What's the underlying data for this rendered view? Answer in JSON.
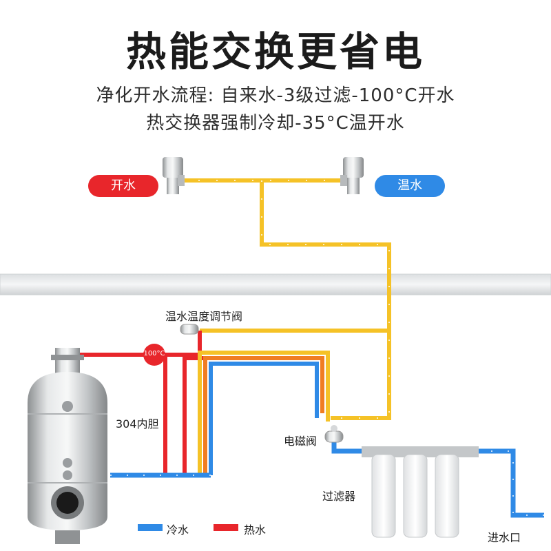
{
  "title": "热能交换更省电",
  "subtitle_line1": "净化开水流程: 自来水-3级过滤-100°C开水",
  "subtitle_line2": "热交换器强制冷却-35°C温开水",
  "labels": {
    "boiling_water": "开水",
    "warm_water": "温水",
    "temp_valve": "温水温度调节阀",
    "temp_badge": "100°C",
    "inner_tank": "304内胆",
    "solenoid_valve": "电磁阀",
    "filter": "过滤器",
    "water_inlet": "进水口"
  },
  "legend": {
    "cold": "冷水",
    "hot": "热水"
  },
  "colors": {
    "cold_pipe": "#2f8ae6",
    "hot_pipe": "#e8262b",
    "warm_pipe": "#f5c227",
    "orange_pipe": "#f07d22",
    "steel": "#c9ccce"
  }
}
